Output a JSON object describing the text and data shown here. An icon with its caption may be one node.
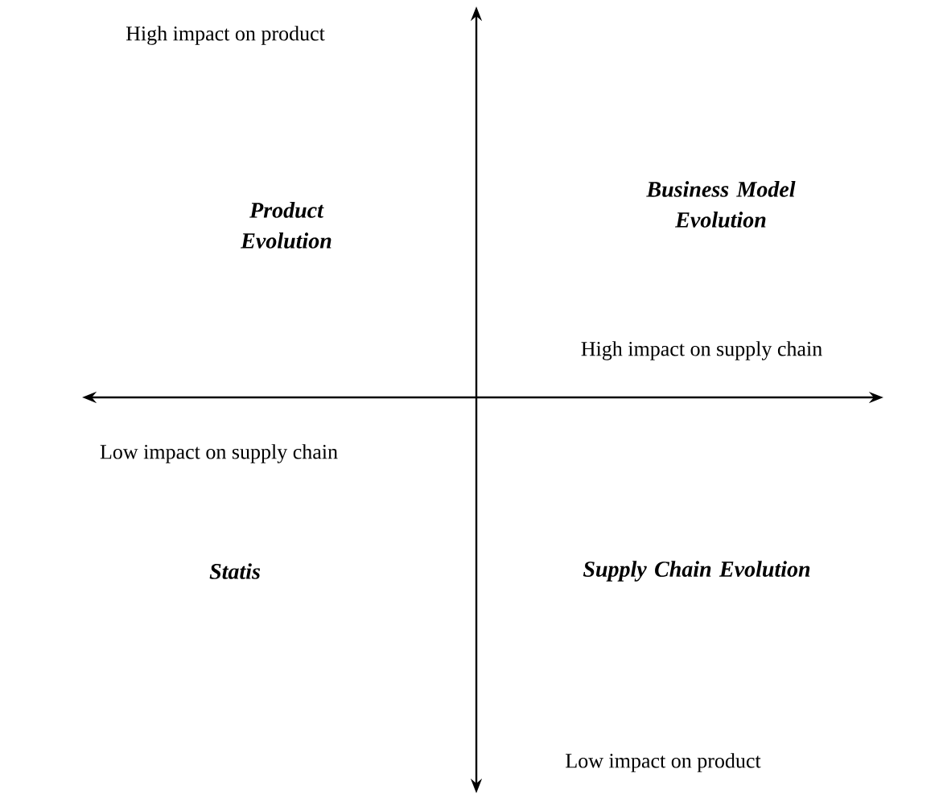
{
  "diagram": {
    "labels": [
      "High impact on product",
      "Product Evolution",
      "Business Model Evolution",
      "High impact on supply chain",
      "Low impact on supply chain",
      "Statis",
      "Supply Chain Evolution",
      "Low impact on product"
    ]
  }
}
